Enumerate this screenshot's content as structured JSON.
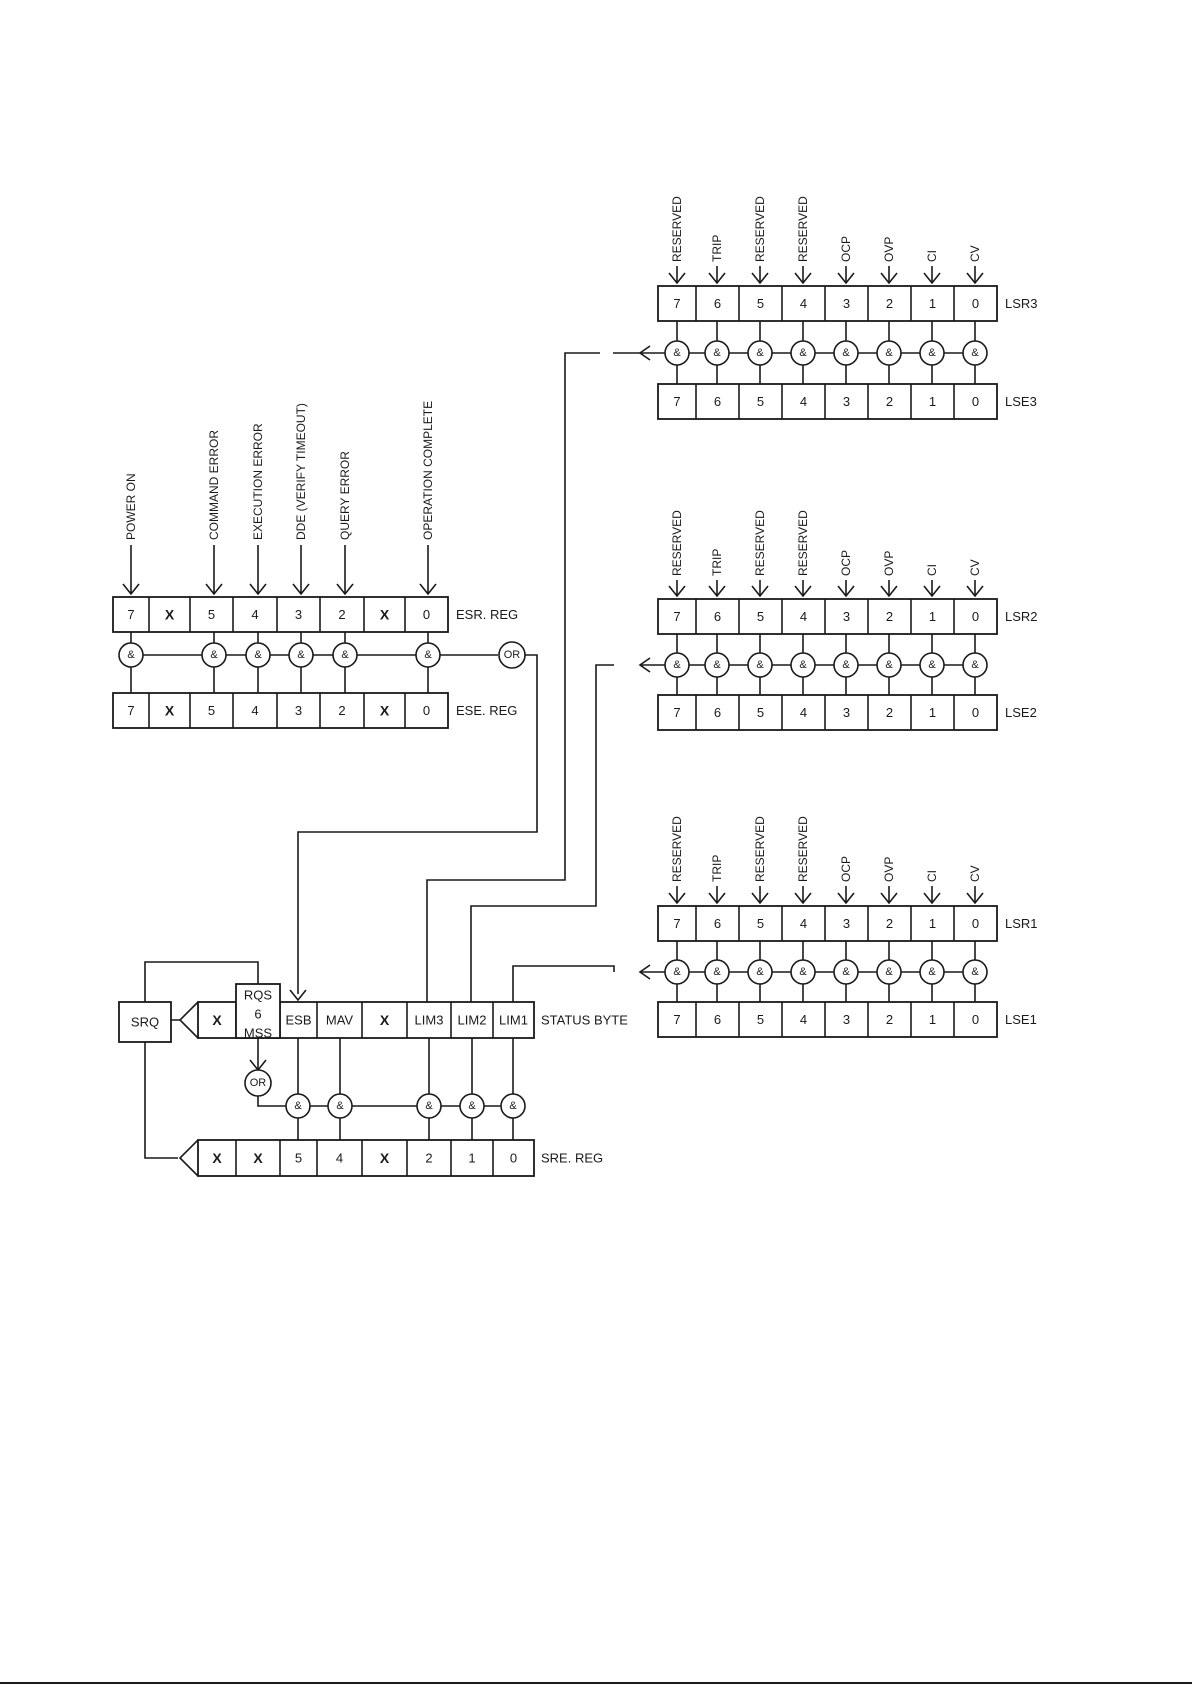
{
  "esr": {
    "reg_label": "ESR. REG",
    "cells": [
      "7",
      "X",
      "5",
      "4",
      "3",
      "2",
      "X",
      "0"
    ],
    "inputs": [
      "POWER ON",
      "",
      "COMMAND ERROR",
      "EXECUTION ERROR",
      "DDE (VERIFY TIMEOUT)",
      "QUERY ERROR",
      "",
      "OPERATION COMPLETE"
    ]
  },
  "ese": {
    "reg_label": "ESE. REG",
    "cells": [
      "7",
      "X",
      "5",
      "4",
      "3",
      "2",
      "X",
      "0"
    ]
  },
  "lsr3": {
    "reg_label": "LSR3",
    "enable_label": "LSE3",
    "cells": [
      "7",
      "6",
      "5",
      "4",
      "3",
      "2",
      "1",
      "0"
    ],
    "inputs": [
      "RESERVED",
      "TRIP",
      "RESERVED",
      "RESERVED",
      "OCP",
      "OVP",
      "CI",
      "CV"
    ]
  },
  "lsr2": {
    "reg_label": "LSR2",
    "enable_label": "LSE2",
    "cells": [
      "7",
      "6",
      "5",
      "4",
      "3",
      "2",
      "1",
      "0"
    ],
    "inputs": [
      "RESERVED",
      "TRIP",
      "RESERVED",
      "RESERVED",
      "OCP",
      "OVP",
      "CI",
      "CV"
    ]
  },
  "lsr1": {
    "reg_label": "LSR1",
    "enable_label": "LSE1",
    "cells": [
      "7",
      "6",
      "5",
      "4",
      "3",
      "2",
      "1",
      "0"
    ],
    "inputs": [
      "RESERVED",
      "TRIP",
      "RESERVED",
      "RESERVED",
      "OCP",
      "OVP",
      "CI",
      "CV"
    ]
  },
  "status_byte": {
    "reg_label": "STATUS BYTE",
    "cells": [
      "X",
      "RQS",
      "ESB",
      "MAV",
      "X",
      "LIM3",
      "LIM2",
      "LIM1"
    ],
    "rqs_lines": [
      "RQS",
      "6",
      "MSS"
    ]
  },
  "sre": {
    "reg_label": "SRE. REG",
    "cells": [
      "X",
      "X",
      "5",
      "4",
      "X",
      "2",
      "1",
      "0"
    ]
  },
  "srq_label": "SRQ",
  "and_gate_label": "&",
  "or_gate_label": "OR"
}
